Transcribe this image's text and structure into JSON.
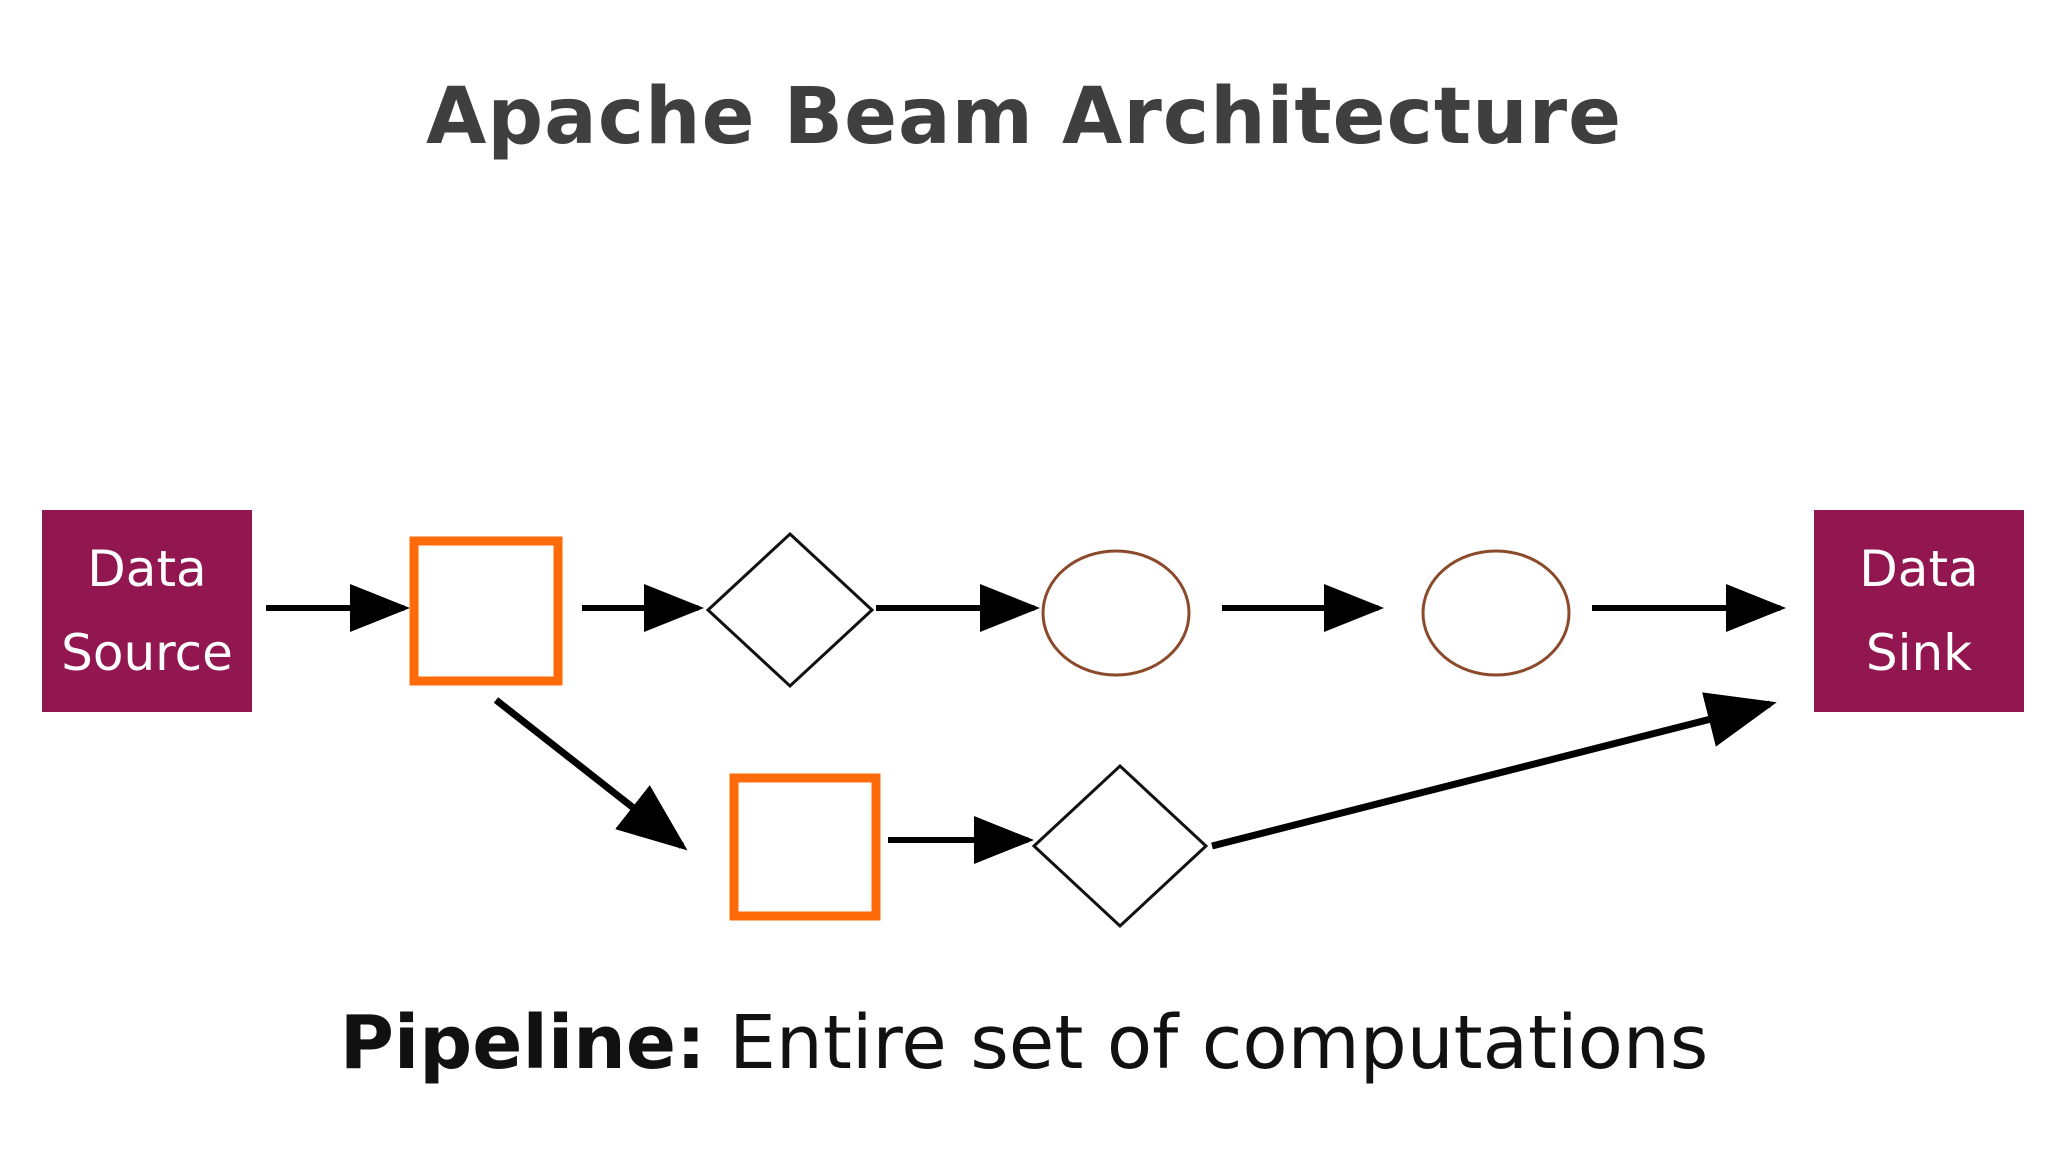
{
  "title": "Apache Beam Architecture",
  "nodes": {
    "source": {
      "line1": "Data",
      "line2": "Source"
    },
    "sink": {
      "line1": "Data",
      "line2": "Sink"
    }
  },
  "caption": {
    "term": "Pipeline",
    "separator": ":",
    "definition": " Entire set of computations"
  },
  "colors": {
    "io_box": "#921650",
    "transform_square": "#ff6a0a",
    "circle_stroke": "#8b4a2b",
    "diamond_stroke": "#111111",
    "arrow": "#000000",
    "title": "#3f3f3f"
  }
}
